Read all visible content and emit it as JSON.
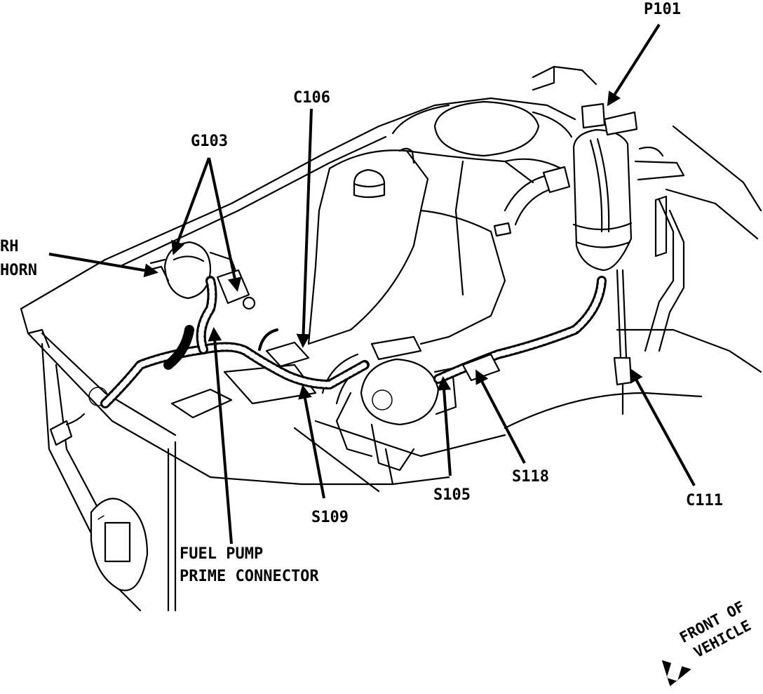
{
  "labels": {
    "p101": "P101",
    "c106": "C106",
    "g103": "G103",
    "rh_horn_line1": "RH",
    "rh_horn_line2": "HORN",
    "s109": "S109",
    "s105": "S105",
    "s118": "S118",
    "c111": "C111",
    "fuel_pump_line1": "FUEL PUMP",
    "fuel_pump_line2": "PRIME CONNECTOR",
    "front_line1": "FRONT OF",
    "front_line2": "VEHICLE"
  }
}
